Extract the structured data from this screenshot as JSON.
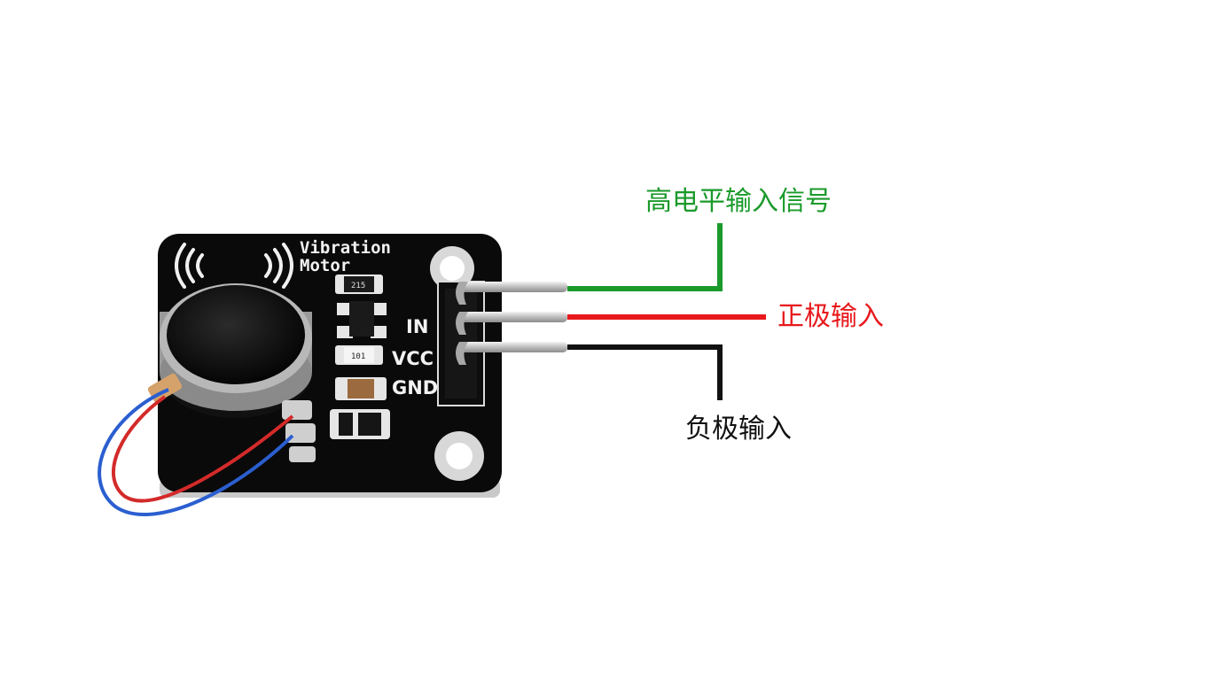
{
  "module": {
    "title_line1": "Vibration",
    "title_line2": "Motor",
    "pins": [
      "IN",
      "VCC",
      "GND"
    ],
    "resistor_top": "215",
    "resistor_bottom": "101"
  },
  "annotations": {
    "signal": {
      "text": "高电平输入信号",
      "color": "#1a9a2a"
    },
    "vcc": {
      "text": "正极输入",
      "color": "#e8191c"
    },
    "gnd": {
      "text": "负极输入",
      "color": "#111111"
    }
  }
}
